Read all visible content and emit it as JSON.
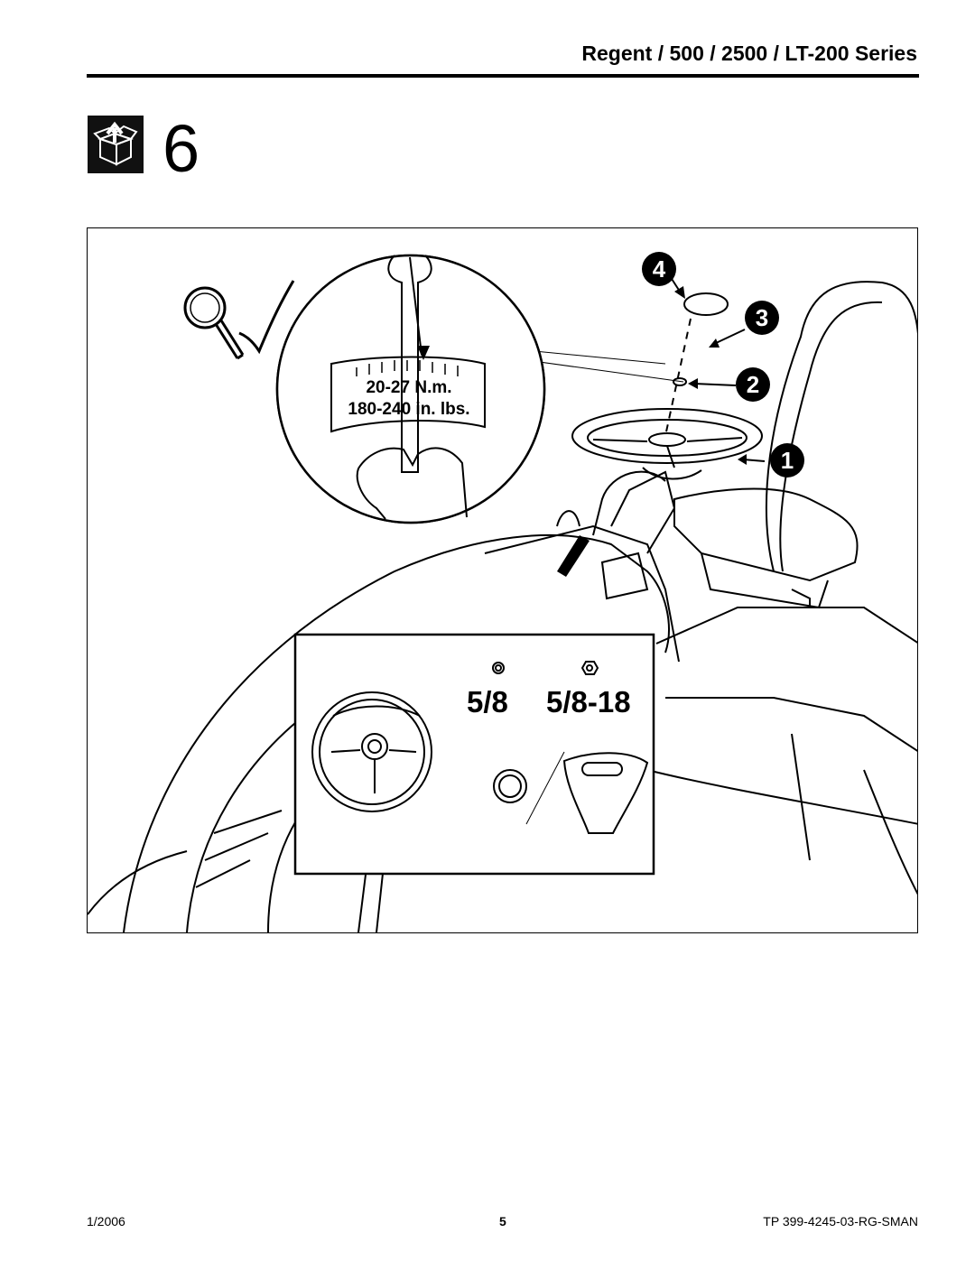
{
  "header": {
    "title": "Regent / 500 / 2500 / LT-200 Series"
  },
  "step": {
    "number": "6",
    "icon": "unpack-box-icon"
  },
  "figure": {
    "callouts": [
      "4",
      "3",
      "2",
      "1"
    ],
    "torque": {
      "metric": "20-27 N.m.",
      "imperial": "180-240 in. lbs."
    },
    "inset": {
      "size_left": "5/8",
      "size_right": "5/8-18"
    },
    "icons": [
      "inspect-magnifier-icon",
      "checkmark-icon"
    ]
  },
  "footer": {
    "date": "1/2006",
    "page": "5",
    "doc_id": "TP 399-4245-03-RG-SMAN"
  }
}
